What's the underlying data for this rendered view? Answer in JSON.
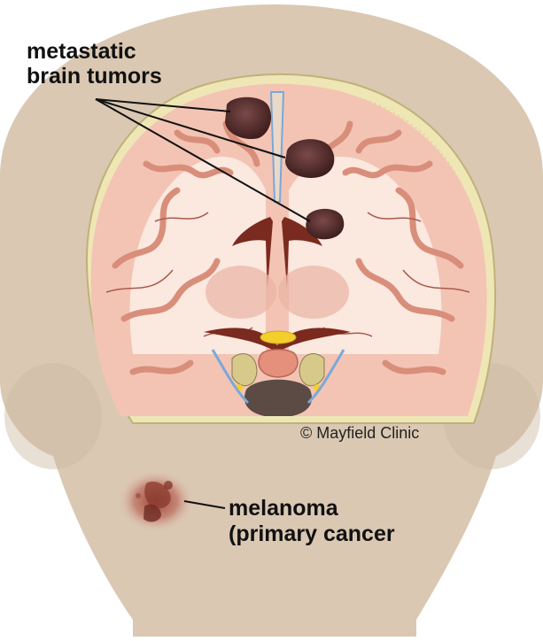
{
  "labels": {
    "tumors_line1": "metastatic",
    "tumors_line2": "brain tumors",
    "melanoma_line1": "melanoma",
    "melanoma_line2": "(primary cancer",
    "credit": "© Mayfield Clinic"
  },
  "colors": {
    "skin": "#dac8b3",
    "skin_shadow": "#cdb9a2",
    "skull": "#efe6b6",
    "meninges": "#7aa8d8",
    "brain_tissue": "#f3c4b4",
    "gray_matter": "#d88e7a",
    "white_matter": "#fbe8df",
    "tumor": "#5a2e2e",
    "ventricle": "#7a2a1e",
    "yellow_structure": "#f4cf2c",
    "brainstem": "#e58f7d",
    "melanoma": "#8b3a2e"
  }
}
